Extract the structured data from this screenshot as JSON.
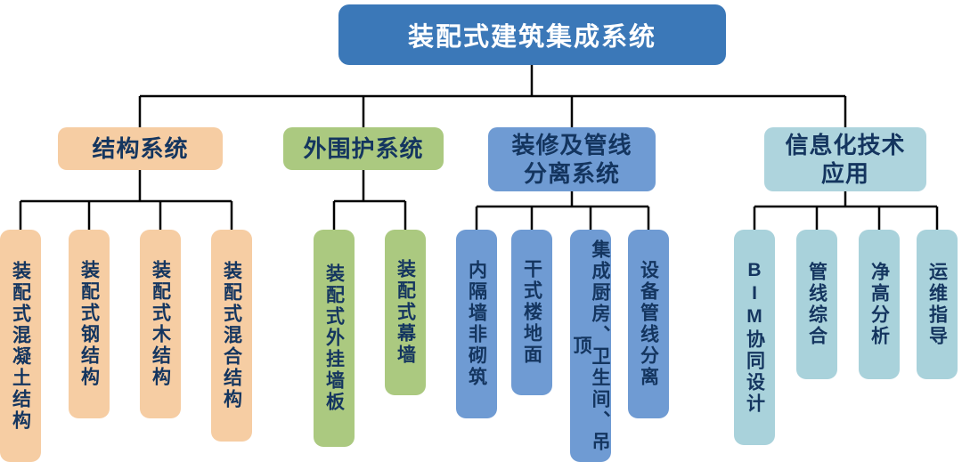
{
  "title": "装配式建筑集成系统",
  "colors": {
    "root": "#3b78b8",
    "structure": "#f6cda3",
    "envelope": "#abc980",
    "mep": "#6f9bd3",
    "info": "#aed4dd",
    "text_dark": "#14355f",
    "line": "#000000"
  },
  "groups": [
    {
      "label": "结构系统",
      "children": [
        "装配式混凝土结构",
        "装配式钢结构",
        "装配式木结构",
        "装配式混合结构"
      ]
    },
    {
      "label": "外围护系统",
      "children": [
        "装配式外挂墙板",
        "装配式幕墙"
      ]
    },
    {
      "label": "装修及管线分离系统",
      "label_line1": "装修及管线",
      "label_line2": "分离系统",
      "children": [
        "内隔墙非砌筑",
        "干式楼地面",
        "集成厨房、卫生间、吊顶",
        "设备管线分离"
      ]
    },
    {
      "label": "信息化技术应用",
      "label_line1": "信息化技术",
      "label_line2": "应用",
      "children": [
        "BIM协同设计",
        "管线综合",
        "净高分析",
        "运维指导"
      ]
    }
  ]
}
